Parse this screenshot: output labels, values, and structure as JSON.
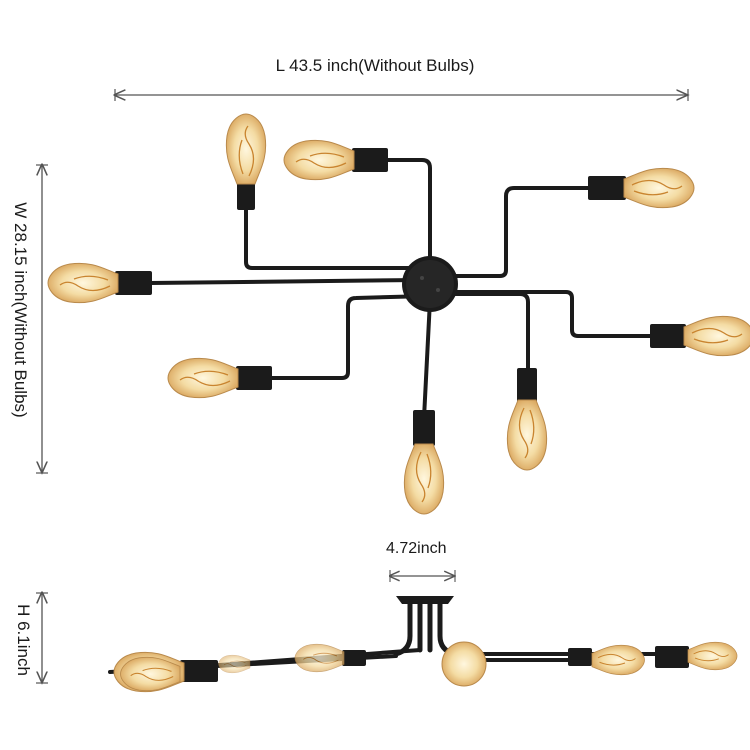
{
  "dimensions": {
    "length": "L 43.5 inch(Without Bulbs)",
    "width": "W 28.15 inch(Without Bulbs)",
    "canopy": "4.72inch",
    "height": "H 6.1inch"
  },
  "colors": {
    "metal": "#1b1b1b",
    "bulb_glass": "#f6e7c1",
    "bulb_glow": "#e9b55c",
    "filament": "#c9842f",
    "dimension_line": "#555555"
  },
  "icons": [
    "bulb-icon",
    "socket-icon",
    "canopy-icon",
    "arrow-icon"
  ]
}
